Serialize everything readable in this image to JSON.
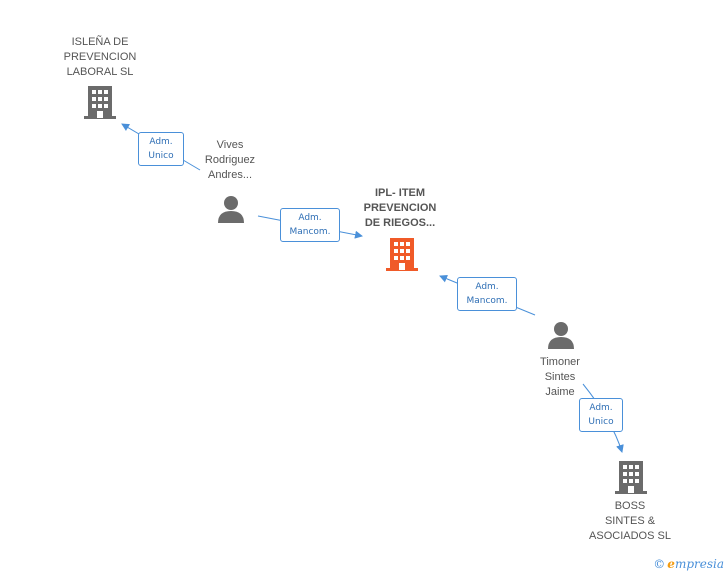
{
  "colors": {
    "edge": "#4a90d9",
    "main_company": "#f05a28",
    "company": "#6b6b6b",
    "person": "#6b6b6b"
  },
  "nodes": {
    "islena": {
      "lines": [
        "ISLEÑA DE",
        "PREVENCION",
        "LABORAL SL"
      ],
      "icon": "building-icon"
    },
    "vives": {
      "lines": [
        "Vives",
        "Rodriguez",
        "Andres..."
      ],
      "icon": "person-icon"
    },
    "ipl": {
      "lines": [
        "IPL- ITEM",
        "PREVENCION",
        "DE RIEGOS..."
      ],
      "icon": "building-icon"
    },
    "timoner": {
      "lines": [
        "Timoner",
        "Sintes",
        "Jaime"
      ],
      "icon": "person-icon"
    },
    "boss": {
      "lines": [
        "BOSS",
        "SINTES &",
        "ASOCIADOS SL"
      ],
      "icon": "building-icon"
    }
  },
  "edges": {
    "vives_islena": {
      "lines": [
        "Adm.",
        "Unico"
      ]
    },
    "vives_ipl": {
      "lines": [
        "Adm.",
        "Mancom."
      ]
    },
    "timoner_ipl": {
      "lines": [
        "Adm.",
        "Mancom."
      ]
    },
    "timoner_boss": {
      "lines": [
        "Adm.",
        "Unico"
      ]
    }
  },
  "footer": {
    "copyright": "©",
    "brand_initial": "e",
    "brand_rest": "mpresia"
  }
}
